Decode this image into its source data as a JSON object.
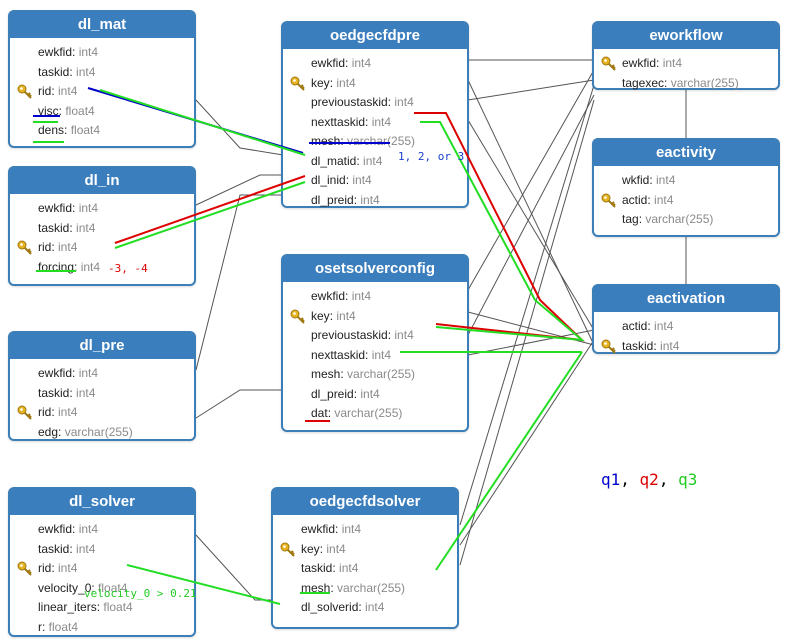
{
  "tables": {
    "dl_mat": {
      "title": "dl_mat",
      "fields": [
        {
          "name": "ewkfid",
          "type": "int4"
        },
        {
          "name": "taskid",
          "type": "int4"
        },
        {
          "name": "rid",
          "type": "int4",
          "key": true
        },
        {
          "name": "visc",
          "type": "float4"
        },
        {
          "name": "dens",
          "type": "float4"
        }
      ]
    },
    "dl_in": {
      "title": "dl_in",
      "fields": [
        {
          "name": "ewkfid",
          "type": "int4"
        },
        {
          "name": "taskid",
          "type": "int4"
        },
        {
          "name": "rid",
          "type": "int4",
          "key": true
        },
        {
          "name": "forcing",
          "type": "int4"
        }
      ]
    },
    "dl_pre": {
      "title": "dl_pre",
      "fields": [
        {
          "name": "ewkfid",
          "type": "int4"
        },
        {
          "name": "taskid",
          "type": "int4"
        },
        {
          "name": "rid",
          "type": "int4",
          "key": true
        },
        {
          "name": "edg",
          "type": "varchar(255)"
        }
      ]
    },
    "dl_solver": {
      "title": "dl_solver",
      "fields": [
        {
          "name": "ewkfid",
          "type": "int4"
        },
        {
          "name": "taskid",
          "type": "int4"
        },
        {
          "name": "rid",
          "type": "int4",
          "key": true
        },
        {
          "name": "velocity_0",
          "type": "float4"
        },
        {
          "name": "linear_iters",
          "type": "float4"
        },
        {
          "name": "r",
          "type": "float4"
        }
      ]
    },
    "oedgecfdpre": {
      "title": "oedgecfdpre",
      "fields": [
        {
          "name": "ewkfid",
          "type": "int4"
        },
        {
          "name": "key",
          "type": "int4",
          "key": true
        },
        {
          "name": "previoustaskid",
          "type": "int4"
        },
        {
          "name": "nexttaskid",
          "type": "int4"
        },
        {
          "name": "mesh",
          "type": "varchar(255)"
        },
        {
          "name": "dl_matid",
          "type": "int4"
        },
        {
          "name": "dl_inid",
          "type": "int4"
        },
        {
          "name": "dl_preid",
          "type": "int4"
        }
      ]
    },
    "osetsolverconfig": {
      "title": "osetsolverconfig",
      "fields": [
        {
          "name": "ewkfid",
          "type": "int4"
        },
        {
          "name": "key",
          "type": "int4",
          "key": true
        },
        {
          "name": "previoustaskid",
          "type": "int4"
        },
        {
          "name": "nexttaskid",
          "type": "int4"
        },
        {
          "name": "mesh",
          "type": "varchar(255)"
        },
        {
          "name": "dl_preid",
          "type": "int4"
        },
        {
          "name": "dat",
          "type": "varchar(255)"
        }
      ]
    },
    "oedgecfdsolver": {
      "title": "oedgecfdsolver",
      "fields": [
        {
          "name": "ewkfid",
          "type": "int4"
        },
        {
          "name": "key",
          "type": "int4",
          "key": true
        },
        {
          "name": "taskid",
          "type": "int4"
        },
        {
          "name": "mesh",
          "type": "varchar(255)"
        },
        {
          "name": "dl_solverid",
          "type": "int4"
        }
      ]
    },
    "eworkflow": {
      "title": "eworkflow",
      "fields": [
        {
          "name": "ewkfid",
          "type": "int4",
          "key": true
        },
        {
          "name": "tagexec",
          "type": "varchar(255)"
        }
      ]
    },
    "eactivity": {
      "title": "eactivity",
      "fields": [
        {
          "name": "wkfid",
          "type": "int4"
        },
        {
          "name": "actid",
          "type": "int4",
          "key": true
        },
        {
          "name": "tag",
          "type": "varchar(255)"
        }
      ]
    },
    "eactivation": {
      "title": "eactivation",
      "fields": [
        {
          "name": "actid",
          "type": "int4"
        },
        {
          "name": "taskid",
          "type": "int4",
          "key": true
        }
      ]
    }
  },
  "annotations": {
    "matid_values": "1, 2, or 3",
    "forcing_values": "-3, -4",
    "velocity_condition": "velocity_0 > 0.21"
  },
  "legend": {
    "q1": "q1",
    "sep1": ",",
    "q2": "q2",
    "sep2": ",",
    "q3": "q3"
  },
  "colors": {
    "header": "#3b7ebd",
    "border": "#3c7fb8",
    "q1": "#0000cc",
    "q2": "#dd0000",
    "q3": "#22dd22",
    "relation": "#555555"
  },
  "icons": {
    "primary_key": "key-icon"
  }
}
